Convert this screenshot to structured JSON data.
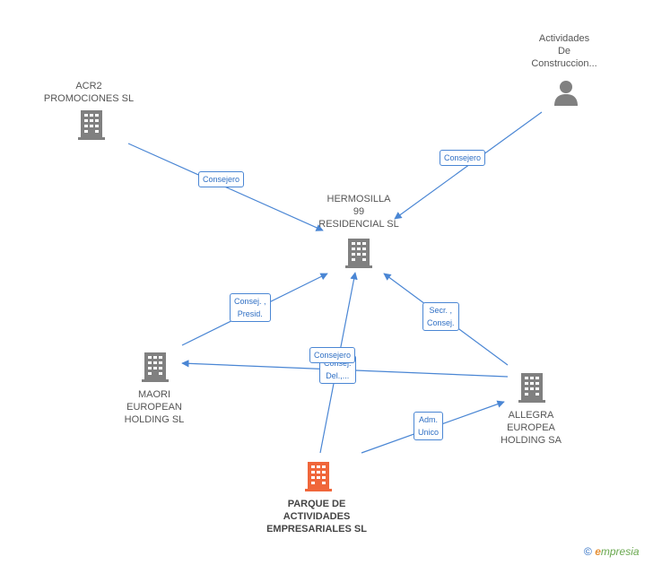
{
  "nodes": {
    "acr2": {
      "label": "ACR2\nPROMOCIONES SL",
      "type": "company"
    },
    "actividades": {
      "label": "Actividades\nDe\nConstruccion...",
      "type": "person"
    },
    "hermosilla": {
      "label": "HERMOSILLA\n99\nRESIDENCIAL SL",
      "type": "company"
    },
    "maori": {
      "label": "MAORI\nEUROPEAN\nHOLDING  SL",
      "type": "company"
    },
    "allegra": {
      "label": "ALLEGRA\nEUROPEA\nHOLDING SA",
      "type": "company"
    },
    "parque": {
      "label": "PARQUE DE\nACTIVIDADES\nEMPRESARIALES SL",
      "type": "company-main"
    }
  },
  "edges": {
    "acr2_hermosilla": "Consejero",
    "actividades_hermosilla": "Consejero",
    "maori_hermosilla": "Consej. ,\nPresid.",
    "allegra_hermosilla": "Secr. ,\nConsej.",
    "parque_hermosilla": "Consejero",
    "allegra_maori": "Consej.\nDel.,...",
    "parque_allegra": "Adm.\nUnico"
  },
  "colors": {
    "company": "#808080",
    "main": "#f0663a",
    "edge": "#4a86d4"
  },
  "footer": {
    "copyright": "©",
    "brand_e": "e",
    "brand_rest": "mpresia"
  }
}
